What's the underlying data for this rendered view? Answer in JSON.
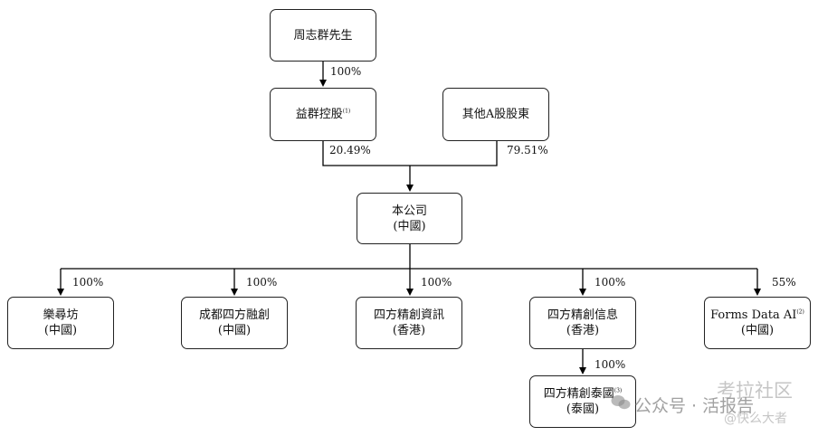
{
  "nodes": {
    "zhou": {
      "name": "周志群先生"
    },
    "yiqun": {
      "name": "益群控股",
      "note": "(1)"
    },
    "other_a": {
      "name": "其他A股股東"
    },
    "company": {
      "name": "本公司",
      "region": "(中國)"
    },
    "lexunfang": {
      "name": "樂尋坊",
      "region": "(中國)"
    },
    "chengdu": {
      "name": "成都四方融創",
      "region": "(中國)"
    },
    "sf_zixun": {
      "name": "四方精創資訊",
      "region": "(香港)"
    },
    "sf_xinxi": {
      "name": "四方精創信息",
      "region": "(香港)"
    },
    "forms": {
      "name": "Forms Data AI",
      "note": "(2)",
      "region": "(中國)"
    },
    "sf_taiguo": {
      "name": "四方精創泰國",
      "note": "(3)",
      "region": "(泰國)"
    }
  },
  "percentages": {
    "zhou_to_yiqun": "100%",
    "yiqun_to_company": "20.49%",
    "other_to_company": "79.51%",
    "to_lexunfang": "100%",
    "to_chengdu": "100%",
    "to_sf_zixun": "100%",
    "to_sf_xinxi": "100%",
    "to_forms": "55%",
    "xinxi_to_taiguo": "100%"
  },
  "watermark": {
    "site": "考拉社区",
    "wechat": "公众号 · 活报告",
    "author": "@快么大者"
  }
}
